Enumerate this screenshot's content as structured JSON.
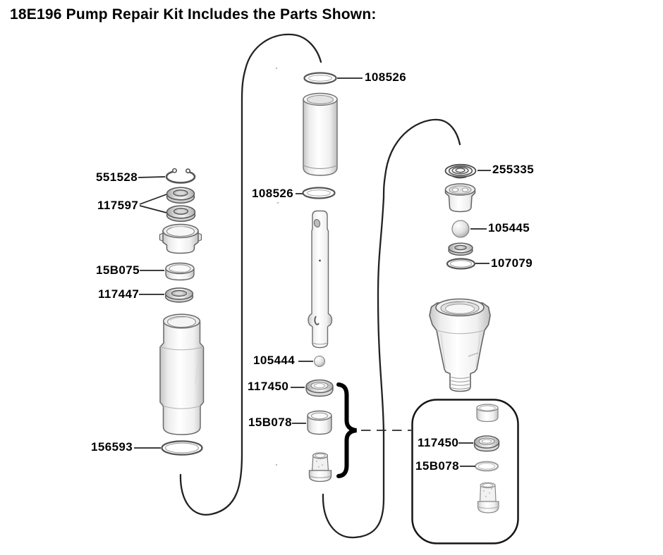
{
  "title": "18E196 Pump Repair Kit Includes the Parts Shown:",
  "kit_number": "18E196",
  "callouts": {
    "throat_oring_top": "108526",
    "retaining_ring": "551528",
    "throat_seals": "117597",
    "throat_gland": "15B075",
    "throat_seal_ring": "117447",
    "sleeve_oring": "108526",
    "piston_ball": "105444",
    "piston_seal": "117450",
    "piston_gland": "15B078",
    "cylinder_oring": "156593",
    "intake_spring": "255335",
    "intake_ball": "105445",
    "intake_oring": "107079"
  },
  "inset_callouts": {
    "piston_seal": "117450",
    "piston_gland": "15B078"
  },
  "colors": {
    "background": "#ffffff",
    "line": "#222222",
    "label_text": "#000000",
    "part_outline": "#646464",
    "part_fill_light": "#f2f2f2",
    "inset_border": "#151515"
  }
}
